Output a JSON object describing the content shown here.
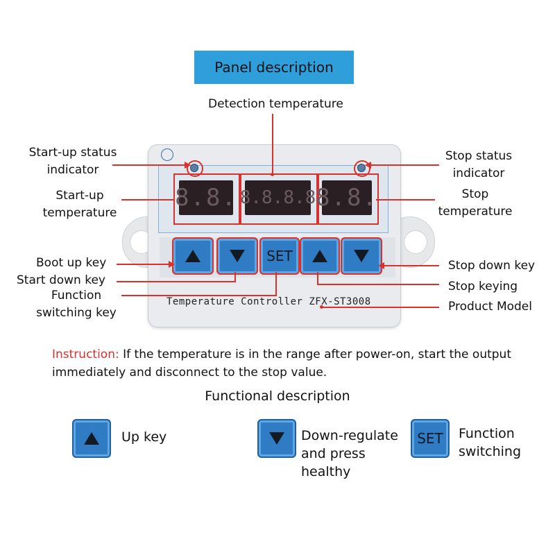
{
  "title": "Panel description",
  "labels": {
    "detection_temperature": "Detection temperature",
    "startup_status_indicator_1": "Start-up status",
    "startup_status_indicator_2": "indicator",
    "startup_temperature_1": "Start-up",
    "startup_temperature_2": "temperature",
    "stop_status_indicator_1": "Stop status",
    "stop_status_indicator_2": "indicator",
    "stop_temperature_1": "Stop",
    "stop_temperature_2": "temperature",
    "boot_up_key": "Boot up key",
    "start_down_key": "Start down key",
    "function_switching_key_1": "Function",
    "function_switching_key_2": "switching key",
    "stop_down_key": "Stop down key",
    "stop_keying": "Stop keying",
    "product_model": "Product Model"
  },
  "device": {
    "display_left": "8.8.",
    "display_center": "8.8.8.8",
    "display_right": "8.8.",
    "set_label": "SET",
    "model_text": "Temperature Controller ZFX-ST3008"
  },
  "instruction": {
    "label": "Instruction:",
    "text": " If the temperature is in the range after power-on, start the output immediately and disconnect to the stop value."
  },
  "functional": {
    "title": "Functional description",
    "up_key": "Up key",
    "down_1": "Down-regulate",
    "down_2": "and press",
    "down_3": "healthy",
    "function_1": "Function",
    "function_2": "switching",
    "set_label": "SET"
  },
  "colors": {
    "title_bg": "#2f9fdc",
    "leader_line": "#d9312c",
    "key_blue": "#2f7bc4",
    "instruction_label": "#d9312c"
  }
}
